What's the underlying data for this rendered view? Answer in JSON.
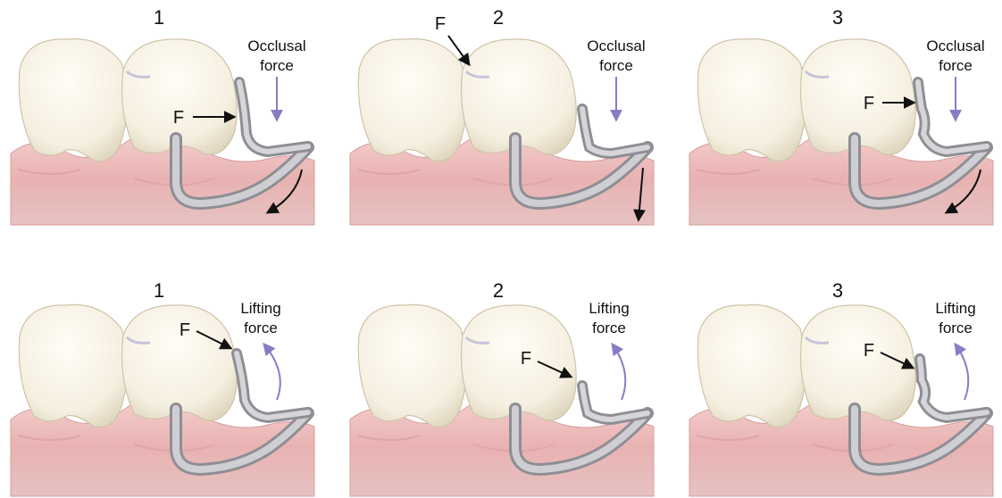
{
  "colors": {
    "tooth": "#f6f1e4",
    "tooth_shade": "#d9cfb8",
    "gum": "#eab8b7",
    "gum_dark": "#c98586",
    "gum_light": "#f6dcdb",
    "clasp": "#b9b9bd",
    "clasp_dark": "#7e7e84",
    "clasp_light": "#e9e9ec",
    "force_arrow": "#8a7bc4",
    "pointer_arrow": "#111111"
  },
  "rows": [
    {
      "force_label_line1": "Occlusal",
      "force_label_line2": "force",
      "force_direction": "down",
      "panels": [
        {
          "number": "1",
          "f_label": "F"
        },
        {
          "number": "2",
          "f_label": "F"
        },
        {
          "number": "3",
          "f_label": "F"
        }
      ]
    },
    {
      "force_label_line1": "Lifting",
      "force_label_line2": "force",
      "force_direction": "up",
      "panels": [
        {
          "number": "1",
          "f_label": "F"
        },
        {
          "number": "2",
          "f_label": "F"
        },
        {
          "number": "3",
          "f_label": "F"
        }
      ]
    }
  ]
}
